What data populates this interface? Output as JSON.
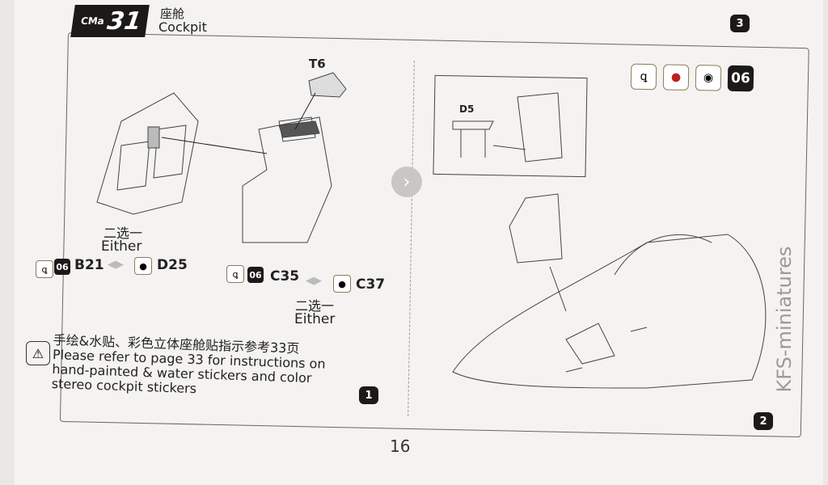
{
  "header": {
    "brand": "CMa",
    "step_number": "31",
    "title_cn": "座舱",
    "title_en": "Cockpit",
    "prev_step_badge": "3"
  },
  "left_panel": {
    "part_t6": "T6",
    "choice1": {
      "cn": "二选一",
      "en": "Either",
      "paint_code": "06",
      "option_a": "B21",
      "option_b": "D25"
    },
    "choice2": {
      "cn": "二选一",
      "en": "Either",
      "paint_code": "06",
      "option_a": "C35",
      "option_b": "C37"
    },
    "note_cn": "手绘&水贴、彩色立体座舱贴指示参考33页",
    "note_en_lines": [
      "Please refer to page 33 for instructions on",
      "hand-painted & water stickers and color",
      "stereo cockpit stickers"
    ],
    "sub_step": "1"
  },
  "right_panel": {
    "paint_code": "06",
    "part_d5": "D5",
    "sub_step": "2"
  },
  "footer": {
    "page_number": "16"
  },
  "watermark": "KFS-miniatures"
}
